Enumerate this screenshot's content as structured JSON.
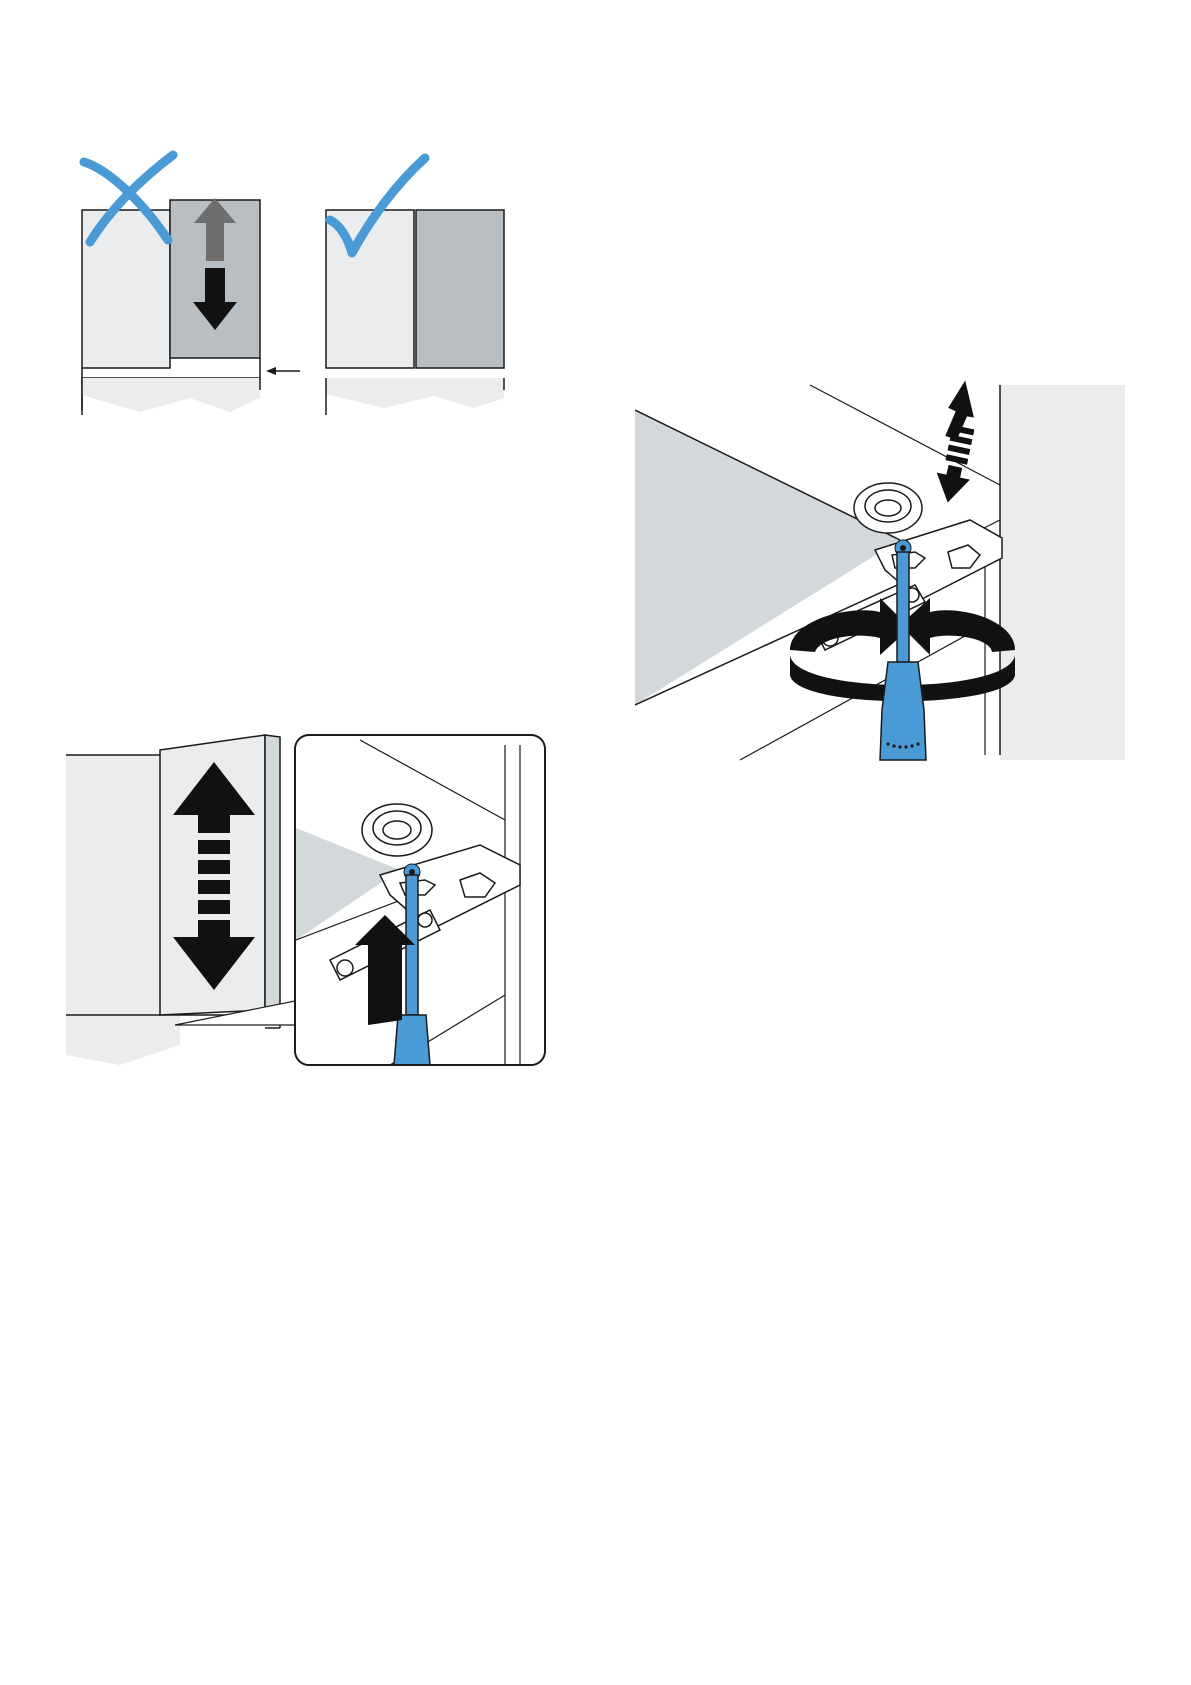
{
  "colors": {
    "accent_blue": "#4a9ad6",
    "panel_light": "#ebecee",
    "panel_mid": "#b9bec3",
    "panel_shadow": "#d3d8db",
    "line": "#1a1a1a",
    "arrow_gray": "#6e6e6e"
  },
  "figures": [
    {
      "id": "door-alignment-comparison",
      "icons": [
        "wrong-x-icon",
        "correct-check-icon",
        "up-arrow-icon",
        "down-arrow-icon",
        "pointer-arrow-icon"
      ]
    },
    {
      "id": "door-height-adjustment",
      "icons": [
        "double-vertical-arrow-icon",
        "screwdriver-icon",
        "up-arrow-icon",
        "magnifier-callout"
      ]
    },
    {
      "id": "hinge-screw-rotation",
      "icons": [
        "rotate-arrows-icon",
        "screwdriver-icon",
        "double-vertical-arrow-icon"
      ]
    }
  ]
}
